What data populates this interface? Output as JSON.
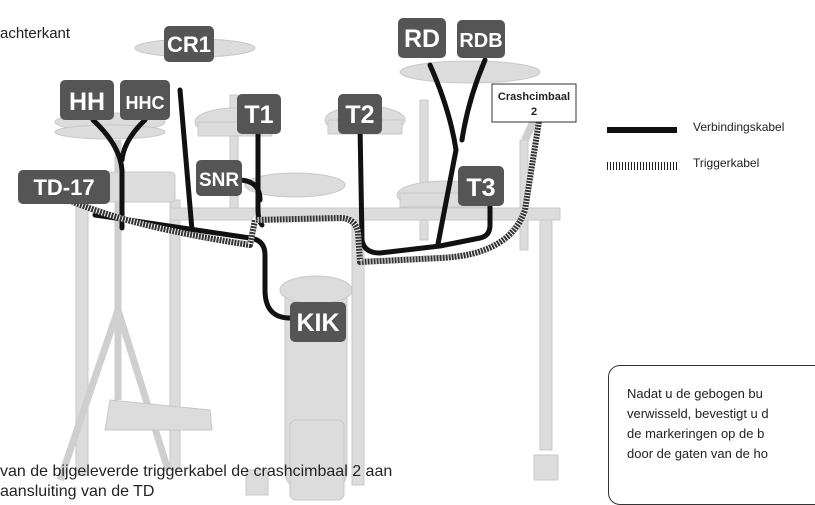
{
  "header_text": "achterkant",
  "tags": {
    "cr1": "CR1",
    "rd": "RD",
    "rdb": "RDB",
    "hh": "HH",
    "hhc": "HHC",
    "t1": "T1",
    "t2": "T2",
    "t3": "T3",
    "snr": "SNR",
    "td17": "TD-17",
    "kik": "KIK"
  },
  "crash2": {
    "line1": "Crashcimbaal",
    "line2": "2"
  },
  "legend": {
    "connection_cable": "Verbindingskabel",
    "trigger_cable": "Triggerkabel"
  },
  "note": [
    "Nadat u de gebogen bu",
    "verwisseld, bevestigt u d",
    "de markeringen op de b",
    "door de gaten van de ho"
  ],
  "caption": [
    "van de bijgeleverde triggerkabel de crashcimbaal 2 aan",
    "aansluiting van de TD"
  ],
  "colors": {
    "tag_bg": "#555555",
    "cable": "#111111",
    "hardware": "#d9d9d9",
    "hardware_stroke": "#c4c4c4"
  }
}
